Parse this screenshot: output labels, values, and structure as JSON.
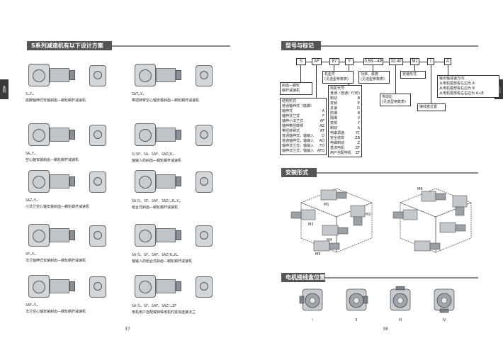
{
  "left_page": {
    "side_tab": "系列",
    "section_title": "S系列减速机有以下设计方案",
    "page_number": "37",
    "items": [
      {
        "code": "S…Y…",
        "desc": "底脚轴伸式安装斜齿—蜗轮蜗杆减速机"
      },
      {
        "code": "SAT…Y…",
        "desc": "带扭转臂空心轴安装斜齿—蜗轮蜗杆减速机"
      },
      {
        "code": "SA…Y…",
        "desc": "空心轴安装斜齿—蜗轮蜗杆减速机"
      },
      {
        "code": "S(SP、SA、SAF、SAZ)D…",
        "desc": "轴输入的斜齿—蜗轮蜗杆减速机"
      },
      {
        "code": "SAZ…Y…",
        "desc": "小法兰空心轴安装斜齿—蜗轮蜗杆减速机"
      },
      {
        "code": "SA(S、SF、SAF、SAZ)…R…Y…",
        "desc": "组合式斜齿—蜗轮蜗杆减速机"
      },
      {
        "code": "SF…Y…",
        "desc": "法兰轴伸式安装斜齿—蜗轮蜗杆减速机"
      },
      {
        "code": "SA(S、SF、SAF、SAZ)D…R…",
        "desc": "轴输入的组合式斜齿—蜗轮蜗杆减速机"
      },
      {
        "code": "SAF…Y…",
        "desc": "法兰空心轴安装斜齿—蜗轮蜗杆减速机"
      },
      {
        "code": "SA(S、SF、SAF、SAZ)…ZF",
        "desc": "电机用户自配或特殊电机时需加连接法兰"
      }
    ]
  },
  "right_page": {
    "side_tab": "系列",
    "page_number": "38",
    "model_section": {
      "title": "型号与标记",
      "codes": [
        "S",
        "AF",
        "87",
        "Y",
        "0.55—4P",
        "32.40",
        "M1",
        "I",
        "A"
      ],
      "labels": {
        "worm": "斜齿—蜗轮\n蜗杆减速机",
        "frame": "机型号\n(见选型参数表)",
        "power": "功率、极数\n(见选型参数表)",
        "mount": "安装形式",
        "ratio": "传动比\n(见选型参数表)",
        "box_pos": "接线盒位置",
        "out_dir": "输出轴减速方向:\n从电机尾部看左边为  A\n从电机尾部看右边为  B\n从电机尾部看左右边为  A+B"
      },
      "structure_rows": [
        [
          "结构形式",
          ""
        ],
        [
          "普通轴伸式（底脚）",
          ""
        ],
        [
          "轴伸式",
          "A"
        ],
        [
          "轴伸法兰式",
          "F"
        ],
        [
          "轴伸小法兰式",
          "AF"
        ],
        [
          "轴伸带扭转臂",
          "AZ"
        ],
        [
          "带扭转臂式",
          "AT"
        ],
        [
          "普通轴伸式，轴输入",
          "D"
        ],
        [
          "普通轴伸式，轴输入",
          "AD"
        ],
        [
          "轴伸法兰式，轴输入",
          "FD"
        ],
        [
          "轴伸法兰式，轴输入",
          "AFD"
        ]
      ],
      "motor_rows": [
        [
          "电机代号:",
          ""
        ],
        [
          "普通（普通）",
          "Y(YE)"
        ],
        [
          "制动",
          "B"
        ],
        [
          "变频",
          "E"
        ],
        [
          "多速",
          "D"
        ],
        [
          "防爆",
          "B"
        ],
        [
          "隔爆",
          "V"
        ],
        [
          "变频",
          "Y"
        ],
        [
          "制动",
          "A"
        ],
        [
          "电磁调速",
          "YC"
        ],
        [
          "安全增安",
          "ZB"
        ],
        [
          "电磁制动",
          "Z"
        ],
        [
          "直流电机",
          "ZF"
        ],
        [
          "用户自配电机",
          "ZF"
        ]
      ]
    },
    "mount_section": {
      "title": "安装形式",
      "labels": [
        "M1",
        "M2",
        "M3",
        "M4",
        "M5",
        "M6"
      ]
    },
    "box_section": {
      "title": "电机接线盒位置",
      "positions": [
        "I",
        "II",
        "III",
        "IV"
      ]
    }
  },
  "colors": {
    "title_bg": "#555555",
    "tab_bg": "#3a3a3a",
    "machine_light": "#bfc4c9",
    "machine_dark": "#8a9097"
  }
}
